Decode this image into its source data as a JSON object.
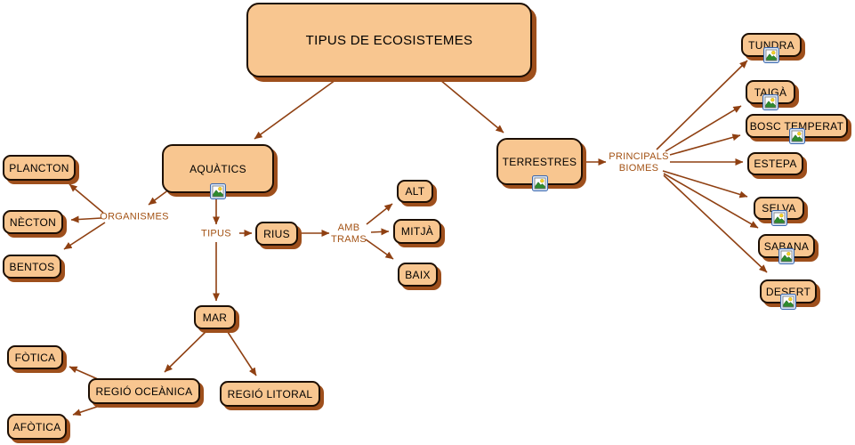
{
  "diagram": {
    "type": "concept-map",
    "language": "Catalan",
    "colors": {
      "background": "#FFFFFF",
      "node_fill": "#F8C690",
      "node_border": "#1C0E02",
      "node_shadow": "#9E4F1C",
      "arrow": "#8F4012",
      "connector_label_text": "#A35214",
      "node_text": "#000000",
      "icon_frame_blue": "#3A67AD"
    },
    "nodes": {
      "title": {
        "label": "TIPUS DE ECOSISTEMES",
        "has_image_icon": false
      },
      "aquatics": {
        "label": "AQUÀTICS",
        "has_image_icon": true
      },
      "plancton": {
        "label": "PLANCTON",
        "has_image_icon": false
      },
      "necton": {
        "label": "NÈCTON",
        "has_image_icon": false
      },
      "bentos": {
        "label": "BENTOS",
        "has_image_icon": false
      },
      "rius": {
        "label": "RIUS",
        "has_image_icon": false
      },
      "alt": {
        "label": "ALT",
        "has_image_icon": false
      },
      "mitja": {
        "label": "MITJÀ",
        "has_image_icon": false
      },
      "baix": {
        "label": "BAIX",
        "has_image_icon": false
      },
      "mar": {
        "label": "MAR",
        "has_image_icon": false
      },
      "fotica": {
        "label": "FÒTICA",
        "has_image_icon": false
      },
      "regio_oceanica": {
        "label": "REGIÓ OCEÀNICA",
        "has_image_icon": false
      },
      "regio_litoral": {
        "label": "REGIÓ LITORAL",
        "has_image_icon": false
      },
      "afotica": {
        "label": "AFÒTICA",
        "has_image_icon": false
      },
      "terrestres": {
        "label": "TERRESTRES",
        "has_image_icon": true
      },
      "tundra": {
        "label": "TUNDRA",
        "has_image_icon": true
      },
      "taiga": {
        "label": "TAIGÀ",
        "has_image_icon": true
      },
      "bosc_temperat": {
        "label": "BOSC TEMPERAT",
        "has_image_icon": true
      },
      "estepa": {
        "label": "ESTEPA",
        "has_image_icon": false
      },
      "selva": {
        "label": "SELVA",
        "has_image_icon": true
      },
      "sabana": {
        "label": "SABANA",
        "has_image_icon": true
      },
      "desert": {
        "label": "DESERT",
        "has_image_icon": true
      }
    },
    "connector_labels": {
      "organismes": "ORGANISMES",
      "tipus": "TIPUS",
      "amb_trams": [
        "AMB",
        "TRAMS"
      ],
      "principals_biomes": [
        "PRINCIPALS",
        "BIOMES"
      ]
    },
    "edges": [
      {
        "from": "title",
        "to": "aquatics"
      },
      {
        "from": "title",
        "to": "terrestres"
      },
      {
        "from": "aquatics",
        "via": "organismes",
        "to": "plancton"
      },
      {
        "from": "aquatics",
        "via": "organismes",
        "to": "necton"
      },
      {
        "from": "aquatics",
        "via": "organismes",
        "to": "bentos"
      },
      {
        "from": "aquatics",
        "via": "tipus",
        "to": "rius"
      },
      {
        "from": "aquatics",
        "via": "tipus",
        "to": "mar"
      },
      {
        "from": "rius",
        "via": "amb_trams",
        "to": "alt"
      },
      {
        "from": "rius",
        "via": "amb_trams",
        "to": "mitja"
      },
      {
        "from": "rius",
        "via": "amb_trams",
        "to": "baix"
      },
      {
        "from": "mar",
        "to": "regio_oceanica"
      },
      {
        "from": "mar",
        "to": "regio_litoral"
      },
      {
        "from": "regio_oceanica",
        "to": "fotica"
      },
      {
        "from": "regio_oceanica",
        "to": "afotica"
      },
      {
        "from": "terrestres",
        "via": "principals_biomes",
        "to": "tundra"
      },
      {
        "from": "terrestres",
        "via": "principals_biomes",
        "to": "taiga"
      },
      {
        "from": "terrestres",
        "via": "principals_biomes",
        "to": "bosc_temperat"
      },
      {
        "from": "terrestres",
        "via": "principals_biomes",
        "to": "estepa"
      },
      {
        "from": "terrestres",
        "via": "principals_biomes",
        "to": "selva"
      },
      {
        "from": "terrestres",
        "via": "principals_biomes",
        "to": "sabana"
      },
      {
        "from": "terrestres",
        "via": "principals_biomes",
        "to": "desert"
      }
    ]
  }
}
